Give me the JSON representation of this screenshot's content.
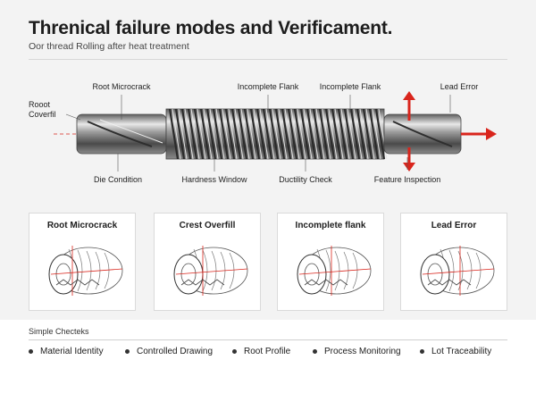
{
  "header": {
    "title": "Threnical failure modes and Verificament.",
    "subtitle": "Oor thread Rolling after heat treatment"
  },
  "diagram": {
    "top_labels": {
      "root_microcrack": "Root Microcrack",
      "incomplete_flank_1": "Incomplete Flank",
      "incomplete_flank_2": "Incomplete Flank",
      "lead_error": "Lead Error"
    },
    "left_label": {
      "line1": "Rooot",
      "line2": "Coverfil"
    },
    "bottom_labels": {
      "die_condition": "Die Condition",
      "hardness_window": "Hardness Window",
      "ductility_check": "Ductility Check",
      "feature_inspection": "Feature Inspection"
    },
    "colors": {
      "accent": "#d9251c",
      "steel": "#9a9a9a"
    }
  },
  "panels": [
    {
      "title": "Root Microcrack"
    },
    {
      "title": "Crest Overfill"
    },
    {
      "title": "Incomplete flank"
    },
    {
      "title": "Lead Error"
    }
  ],
  "checks": {
    "title": "Simple Checteks",
    "items": [
      "Material Identity",
      "Controlled Drawing",
      "Root Profile",
      "Process Monitoring",
      "Lot Traceability"
    ]
  }
}
